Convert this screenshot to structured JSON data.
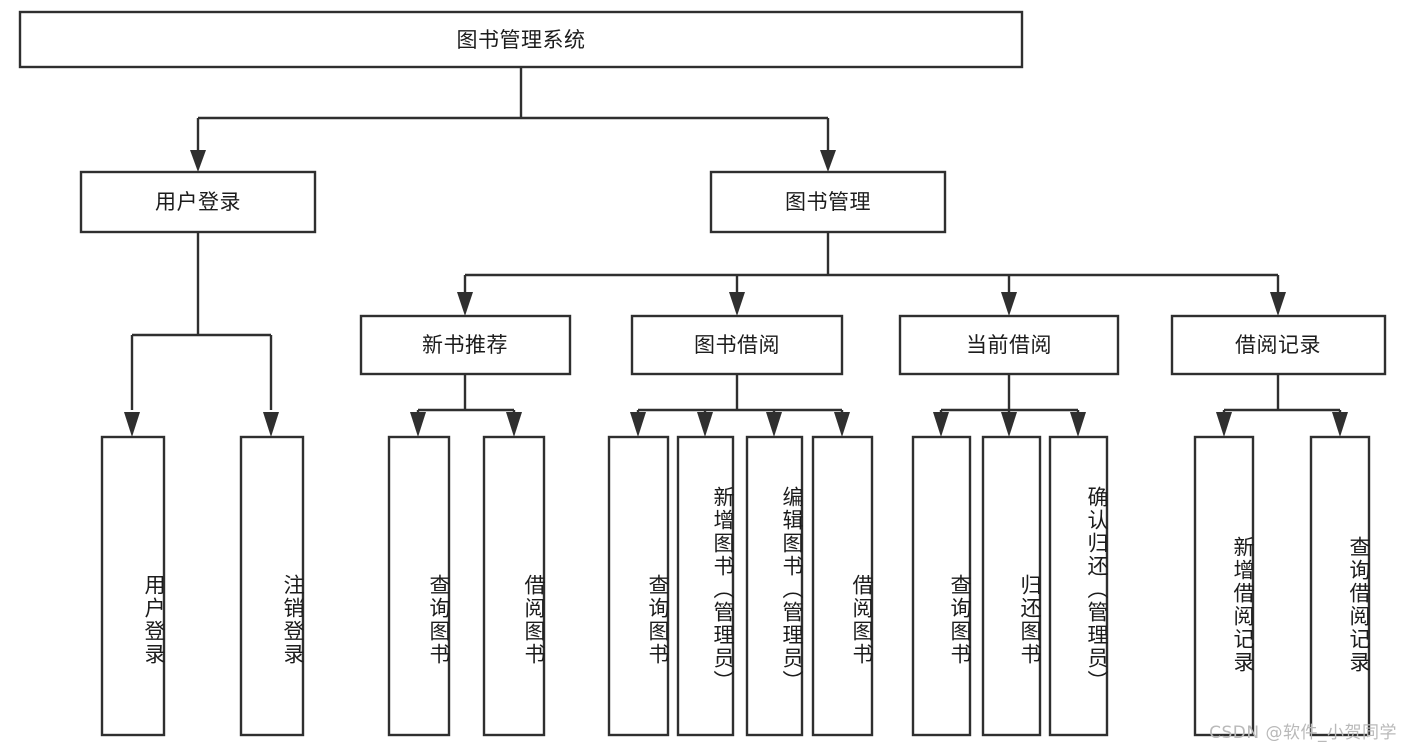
{
  "diagram": {
    "title": "图书管理系统",
    "watermark": "CSDN @软件_小贺同学",
    "colors": {
      "stroke": "#2f2f2f",
      "box_fill": "#ffffff",
      "text": "#1c1c1c",
      "background": "#ffffff",
      "watermark": "#b9b9b9"
    },
    "root": {
      "label": "图书管理系统"
    },
    "level2": [
      {
        "label": "用户登录"
      },
      {
        "label": "图书管理"
      }
    ],
    "level3": [
      {
        "label": "新书推荐"
      },
      {
        "label": "图书借阅"
      },
      {
        "label": "当前借阅"
      },
      {
        "label": "借阅记录"
      }
    ],
    "leaves": {
      "user_login": [
        {
          "label": "用户登录"
        },
        {
          "label": "注销登录"
        }
      ],
      "new_book_recommend": [
        {
          "label": "查询图书"
        },
        {
          "label": "借阅图书"
        }
      ],
      "book_borrow": [
        {
          "label": "查询图书"
        },
        {
          "label": "新增图书（管理员）"
        },
        {
          "label": "编辑图书（管理员）"
        },
        {
          "label": "借阅图书"
        }
      ],
      "current_borrow": [
        {
          "label": "查询图书"
        },
        {
          "label": "归还图书"
        },
        {
          "label": "确认归还（管理员）"
        }
      ],
      "borrow_record": [
        {
          "label": "新增借阅记录"
        },
        {
          "label": "查询借阅记录"
        }
      ]
    }
  }
}
